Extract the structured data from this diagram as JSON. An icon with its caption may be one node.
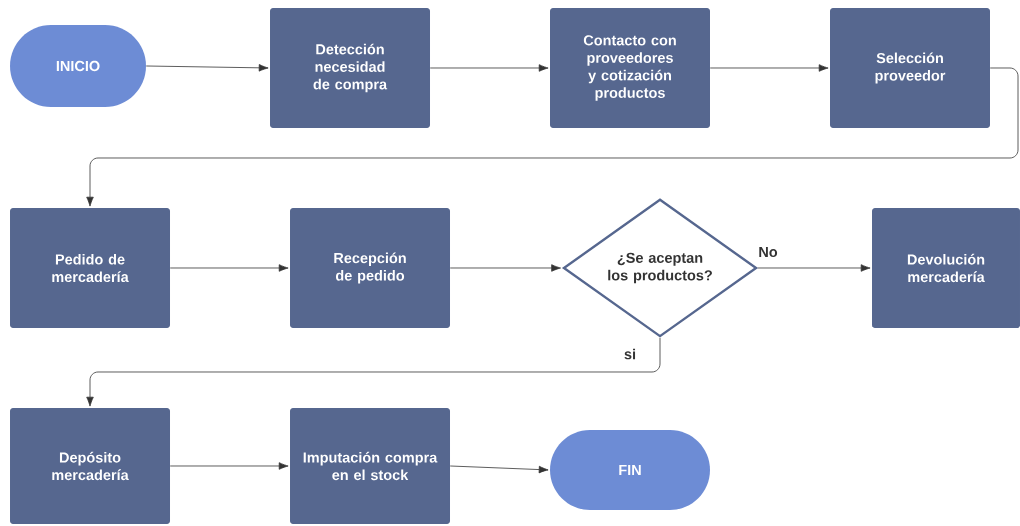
{
  "diagram": {
    "nodes": [
      {
        "text": [
          "INICIO"
        ]
      },
      {
        "text": [
          "Detección necesidad de compra"
        ]
      },
      {
        "text": [
          "Contacto con proveedores y cotización productos"
        ]
      },
      {
        "text": [
          "Selección proveedor"
        ]
      },
      {
        "text": [
          "Pedido de mercadería"
        ]
      },
      {
        "text": [
          "Recepción de pedido"
        ]
      },
      {
        "text": [
          "¿Se aceptan los productos?"
        ]
      },
      {
        "text": [
          "Devolución mercadería"
        ]
      },
      {
        "text": [
          "Depósito mercadería"
        ]
      },
      {
        "text": [
          "Imputación compra en el stock"
        ]
      },
      {
        "text": [
          "FIN"
        ]
      }
    ],
    "edges": [
      {
        "from": 0,
        "to": 1,
        "arrow": "to"
      },
      {
        "from": 1,
        "to": 2,
        "arrow": "to"
      },
      {
        "from": 2,
        "to": 3,
        "arrow": "to"
      },
      {
        "from": 3,
        "to": 4,
        "arrow": "to"
      },
      {
        "from": 4,
        "to": 5,
        "arrow": "to"
      },
      {
        "from": 5,
        "to": 6,
        "arrow": "to"
      },
      {
        "from": 6,
        "to": 7,
        "arrow": "to",
        "label": "No"
      },
      {
        "from": 6,
        "to": 8,
        "arrow": "to",
        "label": "si"
      },
      {
        "from": 8,
        "to": 9,
        "arrow": "to"
      },
      {
        "from": 9,
        "to": 10,
        "arrow": "to"
      }
    ]
  }
}
